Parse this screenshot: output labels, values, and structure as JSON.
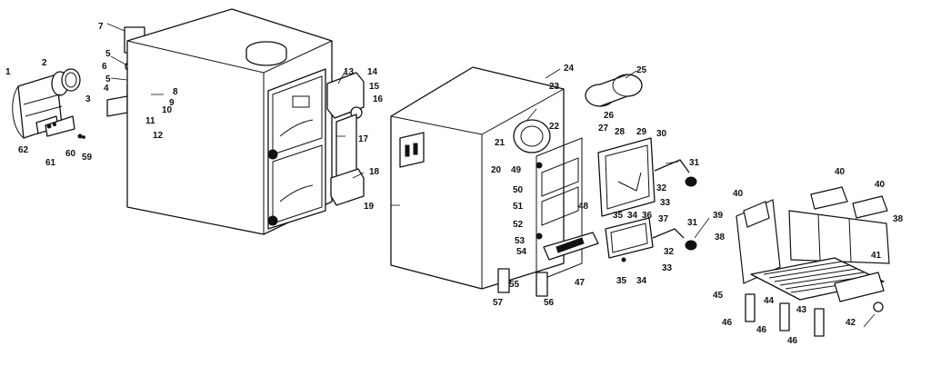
{
  "callouts": [
    "1",
    "2",
    "3",
    "4",
    "5",
    "5",
    "6",
    "7",
    "8",
    "9",
    "10",
    "11",
    "12",
    "13",
    "14",
    "15",
    "16",
    "17",
    "18",
    "19",
    "20",
    "21",
    "22",
    "23",
    "24",
    "25",
    "26",
    "27",
    "28",
    "29",
    "30",
    "31",
    "31",
    "32",
    "32",
    "33",
    "33",
    "34",
    "34",
    "35",
    "35",
    "36",
    "37",
    "38",
    "38",
    "39",
    "40",
    "40",
    "40",
    "41",
    "42",
    "43",
    "44",
    "45",
    "46",
    "46",
    "46",
    "47",
    "48",
    "49",
    "50",
    "51",
    "52",
    "53",
    "54",
    "55",
    "56",
    "57",
    "59",
    "60",
    "61",
    "62"
  ]
}
